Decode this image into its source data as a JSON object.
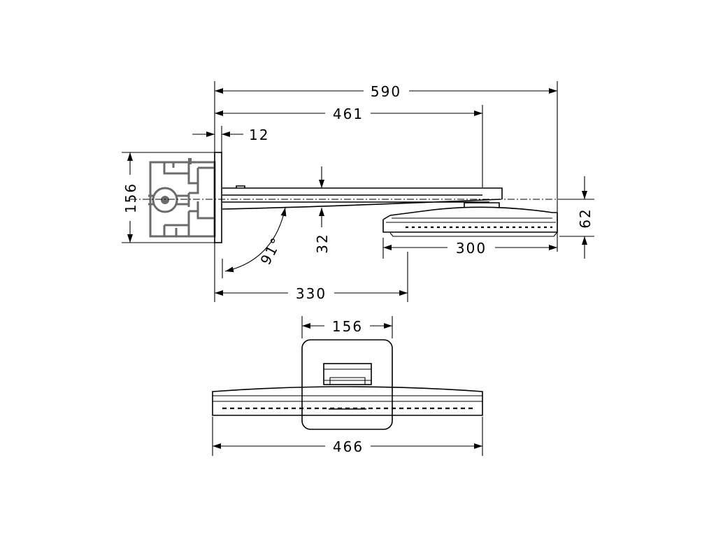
{
  "dimensions": {
    "overall_length": "590",
    "arm_to_head": "461",
    "plate_offset": "12",
    "box_height": "156",
    "head_height": "62",
    "arm_drop": "32",
    "arm_angle": "91°",
    "head_length": "300",
    "wall_to_center": "330",
    "plate_width": "156",
    "head_width": "466"
  }
}
